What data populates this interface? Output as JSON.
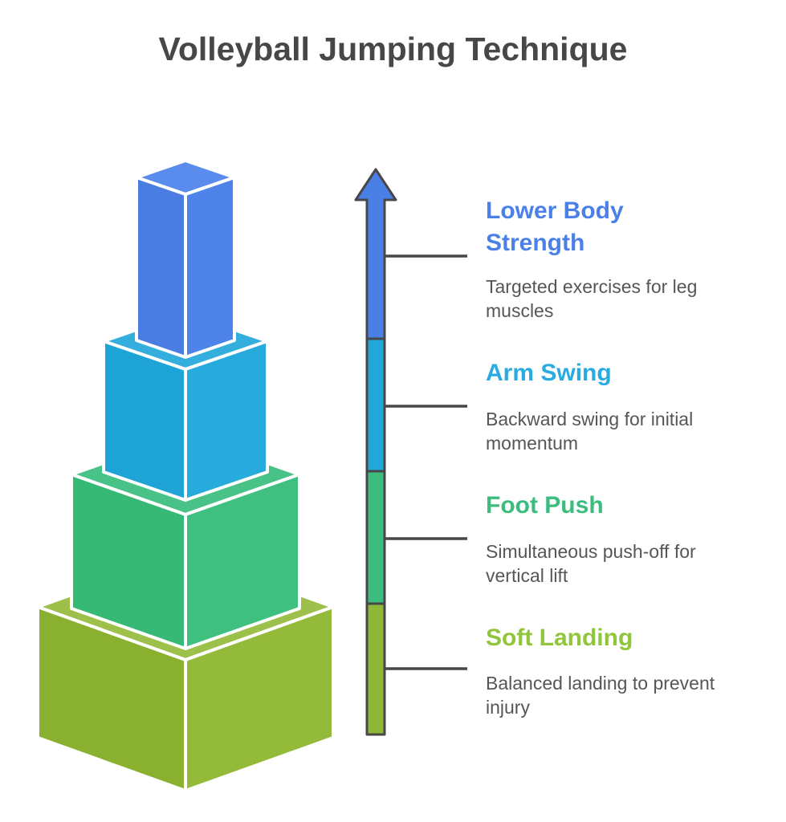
{
  "title": {
    "text": "Volleyball Jumping Technique",
    "color": "#474749"
  },
  "palette": {
    "outline": "#47474a",
    "box_edge": "#ffffff",
    "description_color": "#56565a",
    "background": "#ffffff"
  },
  "stages": [
    {
      "label": "Lower Body Strength",
      "label_color": "#4a80e8",
      "description": "Targeted exercises for leg muscles",
      "arrow_color": "#4a80e6",
      "box": {
        "top": "#5a8cee",
        "left": "#4a7ce2",
        "right": "#4e84ea"
      }
    },
    {
      "label": "Arm Swing",
      "label_color": "#29abe2",
      "description": "Backward swing for initial momentum",
      "arrow_color": "#21a8d8",
      "box": {
        "top": "#33aedd",
        "left": "#1ea4d6",
        "right": "#27abdc"
      }
    },
    {
      "label": "Foot Push",
      "label_color": "#3cbd7e",
      "description": "Simultaneous push-off for vertical lift",
      "arrow_color": "#3cbd7e",
      "box": {
        "top": "#49c287",
        "left": "#37b976",
        "right": "#3fbf80"
      }
    },
    {
      "label": "Soft Landing",
      "label_color": "#8fc63c",
      "description": "Balanced landing to prevent injury",
      "arrow_color": "#90b838",
      "box": {
        "top": "#9dc04b",
        "left": "#8ab02f",
        "right": "#94ba3a"
      }
    }
  ]
}
